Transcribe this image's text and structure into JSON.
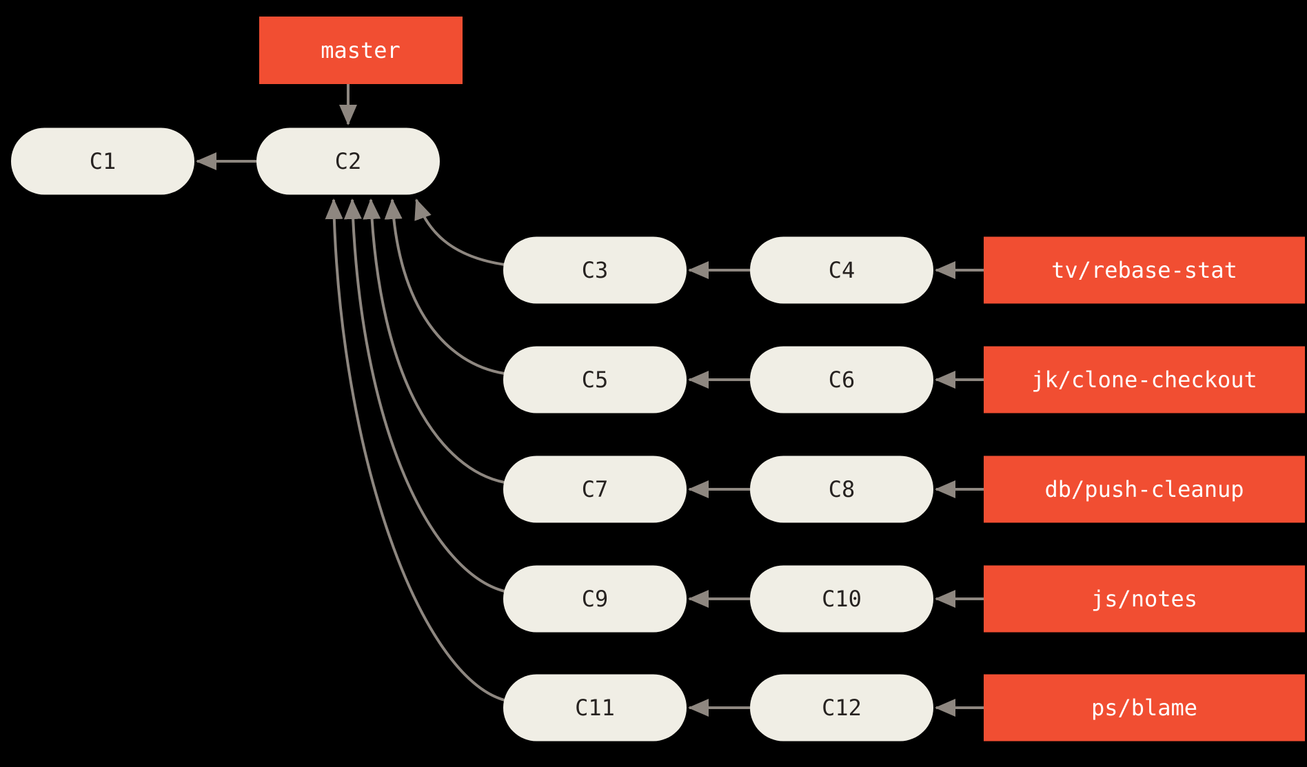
{
  "colors": {
    "background": "#000000",
    "line": "#8e8780",
    "commit_fill": "#f0eee5",
    "commit_text": "#262220",
    "ref_fill": "#f14e32",
    "ref_text": "#ffffff"
  },
  "refs": {
    "master": "master"
  },
  "main_commits": [
    "C1",
    "C2"
  ],
  "branches": [
    {
      "commits": [
        "C3",
        "C4"
      ],
      "ref": "tv/rebase-stat"
    },
    {
      "commits": [
        "C5",
        "C6"
      ],
      "ref": "jk/clone-checkout"
    },
    {
      "commits": [
        "C7",
        "C8"
      ],
      "ref": "db/push-cleanup"
    },
    {
      "commits": [
        "C9",
        "C10"
      ],
      "ref": "js/notes"
    },
    {
      "commits": [
        "C11",
        "C12"
      ],
      "ref": "ps/blame"
    }
  ]
}
